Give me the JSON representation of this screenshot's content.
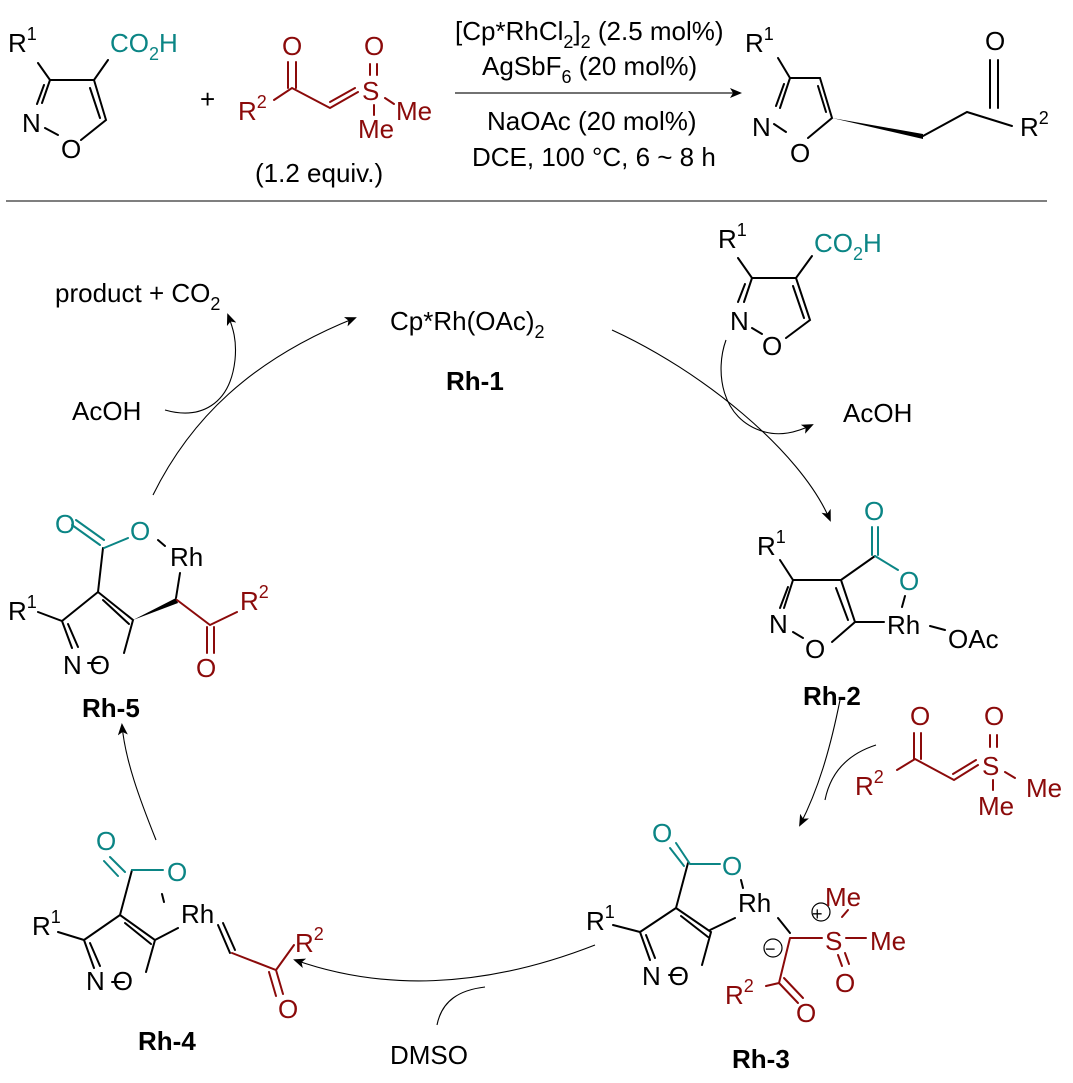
{
  "scheme": {
    "colors": {
      "catalyst_ligand": "#0b8585",
      "ylide": "#8b0a0a",
      "text": "#000000"
    },
    "reaction": {
      "substrate": {
        "r_label": "R",
        "r_num": "1",
        "acid": "CO",
        "acid_sub": "2",
        "acid_h": "H",
        "N": "N",
        "O": "O"
      },
      "plus": "+",
      "ylide": {
        "r_label": "R",
        "r_num": "2",
        "O": "O",
        "S": "S",
        "Me": "Me",
        "equiv": "(1.2 equiv.)"
      },
      "conditions_above": [
        "[Cp*RhCl",
        "2",
        "]",
        "2",
        " (2.5 mol%)"
      ],
      "conditions_line2": [
        "AgSbF",
        "6",
        " (20 mol%)"
      ],
      "conditions_below": [
        "NaOAc (20 mol%)",
        "DCE, 100 °C, 6 ~ 8 h"
      ],
      "product": {
        "r1": "R",
        "r1_num": "1",
        "r2": "R",
        "r2_num": "2",
        "N": "N",
        "O": "O"
      }
    },
    "cycle": {
      "rh1": {
        "formula": "Cp*Rh(OAc)",
        "sub": "2",
        "label": "Rh-1"
      },
      "rh2": {
        "label": "Rh-2",
        "rh": "Rh",
        "oac": "OAc"
      },
      "rh3": {
        "label": "Rh-3",
        "rh": "Rh",
        "me1": "Me",
        "me2": "Me",
        "plus": "+",
        "minus": "−"
      },
      "rh4": {
        "label": "Rh-4",
        "rh": "Rh"
      },
      "rh5": {
        "label": "Rh-5",
        "rh": "Rh"
      },
      "side": {
        "product_co2": "product + CO",
        "product_co2_sub": "2",
        "acoh_left": "AcOH",
        "acoh_right": "AcOH",
        "dmso": "DMSO"
      }
    },
    "common": {
      "R": "R",
      "one": "1",
      "two": "2",
      "N": "N",
      "O": "O",
      "S": "S",
      "Me": "Me",
      "CO": "CO",
      "H": "H"
    }
  }
}
